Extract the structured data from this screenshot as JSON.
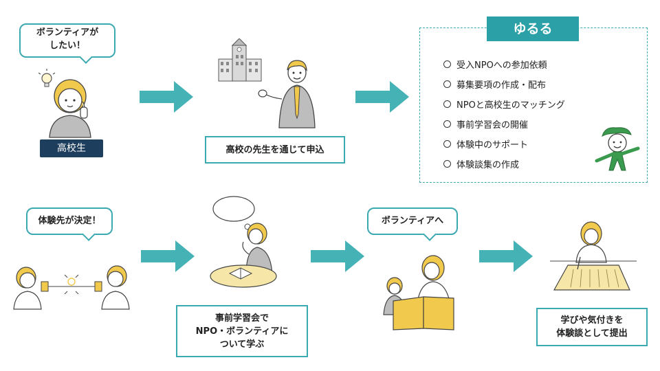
{
  "colors": {
    "accent": "#3aa9b0",
    "arrow": "#45b2b6",
    "title_bg": "#2ba0a6",
    "badge_bg": "#1d3e5c",
    "hair": "#f1c94c"
  },
  "step1": {
    "bubble_line1": "ボランティアが",
    "bubble_line2": "したい！",
    "badge": "高校生"
  },
  "step2": {
    "box": "高校の先生を通じて申込"
  },
  "panel": {
    "title": "ゆるる",
    "items": [
      "受入NPOへの参加依頼",
      "募集要項の作成・配布",
      "NPOと高校生のマッチング",
      "事前学習会の開催",
      "体験中のサポート",
      "体験談集の作成"
    ]
  },
  "step3": {
    "bubble": "体験先が決定！"
  },
  "step4": {
    "box_line1": "事前学習会で",
    "box_line2": "NPO・ボランティアに",
    "box_line3": "ついて学ぶ"
  },
  "step5": {
    "bubble": "ボランティアへ"
  },
  "step6": {
    "box_line1": "学びや気付きを",
    "box_line2": "体験談として提出"
  }
}
